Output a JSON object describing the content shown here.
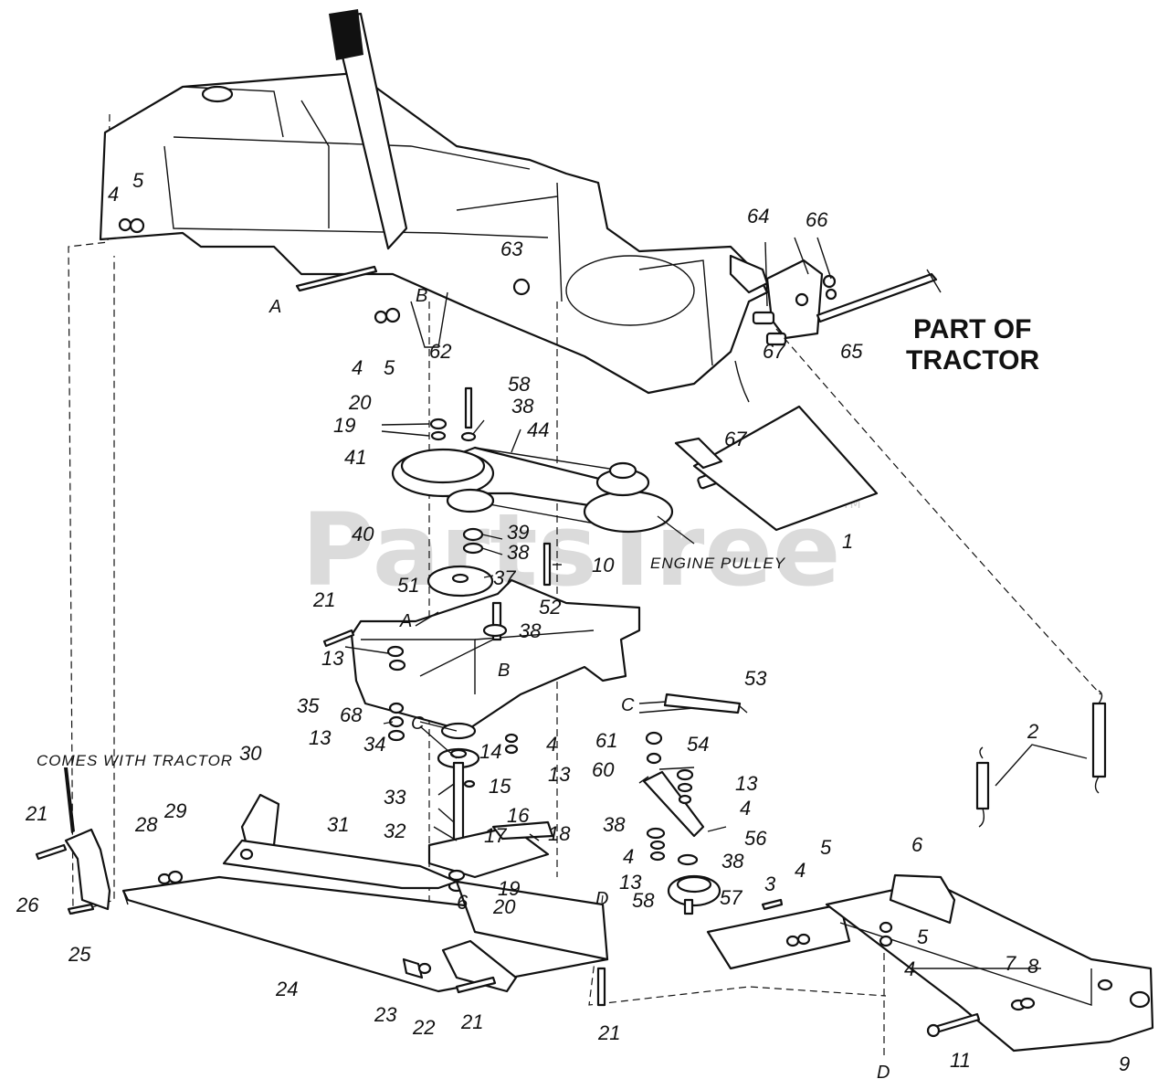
{
  "labels": {
    "part_of_tractor_line1": "PART OF",
    "part_of_tractor_line2": "TRACTOR",
    "engine_pulley": "ENGINE PULLEY",
    "comes_with_tractor": "COMES WITH TRACTOR"
  },
  "watermark": {
    "text": "PartsTree",
    "tm": "TM"
  },
  "callouts": [
    {
      "id": "c1",
      "text": "4"
    },
    {
      "id": "c2",
      "text": "5"
    },
    {
      "id": "c3",
      "text": "A"
    },
    {
      "id": "c4",
      "text": "B"
    },
    {
      "id": "c5",
      "text": "4"
    },
    {
      "id": "c6",
      "text": "5"
    },
    {
      "id": "c7",
      "text": "62"
    },
    {
      "id": "c8",
      "text": "63"
    },
    {
      "id": "c9",
      "text": "64"
    },
    {
      "id": "c10",
      "text": "66"
    },
    {
      "id": "c11",
      "text": "65"
    },
    {
      "id": "c12",
      "text": "67"
    },
    {
      "id": "c13",
      "text": "67"
    },
    {
      "id": "c14",
      "text": "58"
    },
    {
      "id": "c15",
      "text": "20"
    },
    {
      "id": "c16",
      "text": "38"
    },
    {
      "id": "c17",
      "text": "19"
    },
    {
      "id": "c18",
      "text": "44"
    },
    {
      "id": "c19",
      "text": "41"
    },
    {
      "id": "c20",
      "text": "40"
    },
    {
      "id": "c21",
      "text": "39"
    },
    {
      "id": "c22",
      "text": "38"
    },
    {
      "id": "c23",
      "text": "1"
    },
    {
      "id": "c24",
      "text": "10"
    },
    {
      "id": "c25",
      "text": "51"
    },
    {
      "id": "c26",
      "text": "37"
    },
    {
      "id": "c27",
      "text": "52"
    },
    {
      "id": "c28",
      "text": "21"
    },
    {
      "id": "c29",
      "text": "A"
    },
    {
      "id": "c30",
      "text": "38"
    },
    {
      "id": "c31",
      "text": "13"
    },
    {
      "id": "c32",
      "text": "B"
    },
    {
      "id": "c33",
      "text": "35"
    },
    {
      "id": "c34",
      "text": "53"
    },
    {
      "id": "c35",
      "text": "68"
    },
    {
      "id": "c36",
      "text": "C"
    },
    {
      "id": "c37",
      "text": "C"
    },
    {
      "id": "c38",
      "text": "13"
    },
    {
      "id": "c39",
      "text": "34"
    },
    {
      "id": "c40",
      "text": "14"
    },
    {
      "id": "c41",
      "text": "4"
    },
    {
      "id": "c42",
      "text": "61"
    },
    {
      "id": "c43",
      "text": "13"
    },
    {
      "id": "c44",
      "text": "60"
    },
    {
      "id": "c45",
      "text": "54"
    },
    {
      "id": "c46",
      "text": "15"
    },
    {
      "id": "c47",
      "text": "13"
    },
    {
      "id": "c48",
      "text": "33"
    },
    {
      "id": "c49",
      "text": "16"
    },
    {
      "id": "c50",
      "text": "4"
    },
    {
      "id": "c51",
      "text": "2"
    },
    {
      "id": "c52",
      "text": "30"
    },
    {
      "id": "c53",
      "text": "38"
    },
    {
      "id": "c54",
      "text": "17"
    },
    {
      "id": "c55",
      "text": "56"
    },
    {
      "id": "c56",
      "text": "32"
    },
    {
      "id": "c57",
      "text": "18"
    },
    {
      "id": "c58",
      "text": "4"
    },
    {
      "id": "c59",
      "text": "31"
    },
    {
      "id": "c60",
      "text": "38"
    },
    {
      "id": "c61",
      "text": "21"
    },
    {
      "id": "c62",
      "text": "29"
    },
    {
      "id": "c63",
      "text": "28"
    },
    {
      "id": "c64",
      "text": "13"
    },
    {
      "id": "c65",
      "text": "19"
    },
    {
      "id": "c66",
      "text": "6"
    },
    {
      "id": "c67",
      "text": "57"
    },
    {
      "id": "c68",
      "text": "3"
    },
    {
      "id": "c69",
      "text": "4"
    },
    {
      "id": "c70",
      "text": "5"
    },
    {
      "id": "c71",
      "text": "26"
    },
    {
      "id": "c72",
      "text": "20"
    },
    {
      "id": "c73",
      "text": "D"
    },
    {
      "id": "c74",
      "text": "58"
    },
    {
      "id": "c75",
      "text": "5"
    },
    {
      "id": "c76",
      "text": "6"
    },
    {
      "id": "c77",
      "text": "25"
    },
    {
      "id": "c78",
      "text": "4"
    },
    {
      "id": "c79",
      "text": "7"
    },
    {
      "id": "c80",
      "text": "8"
    },
    {
      "id": "c81",
      "text": "24"
    },
    {
      "id": "c82",
      "text": "23"
    },
    {
      "id": "c83",
      "text": "22"
    },
    {
      "id": "c84",
      "text": "21"
    },
    {
      "id": "c85",
      "text": "21"
    },
    {
      "id": "c86",
      "text": "D"
    },
    {
      "id": "c87",
      "text": "11"
    },
    {
      "id": "c88",
      "text": "9"
    }
  ]
}
